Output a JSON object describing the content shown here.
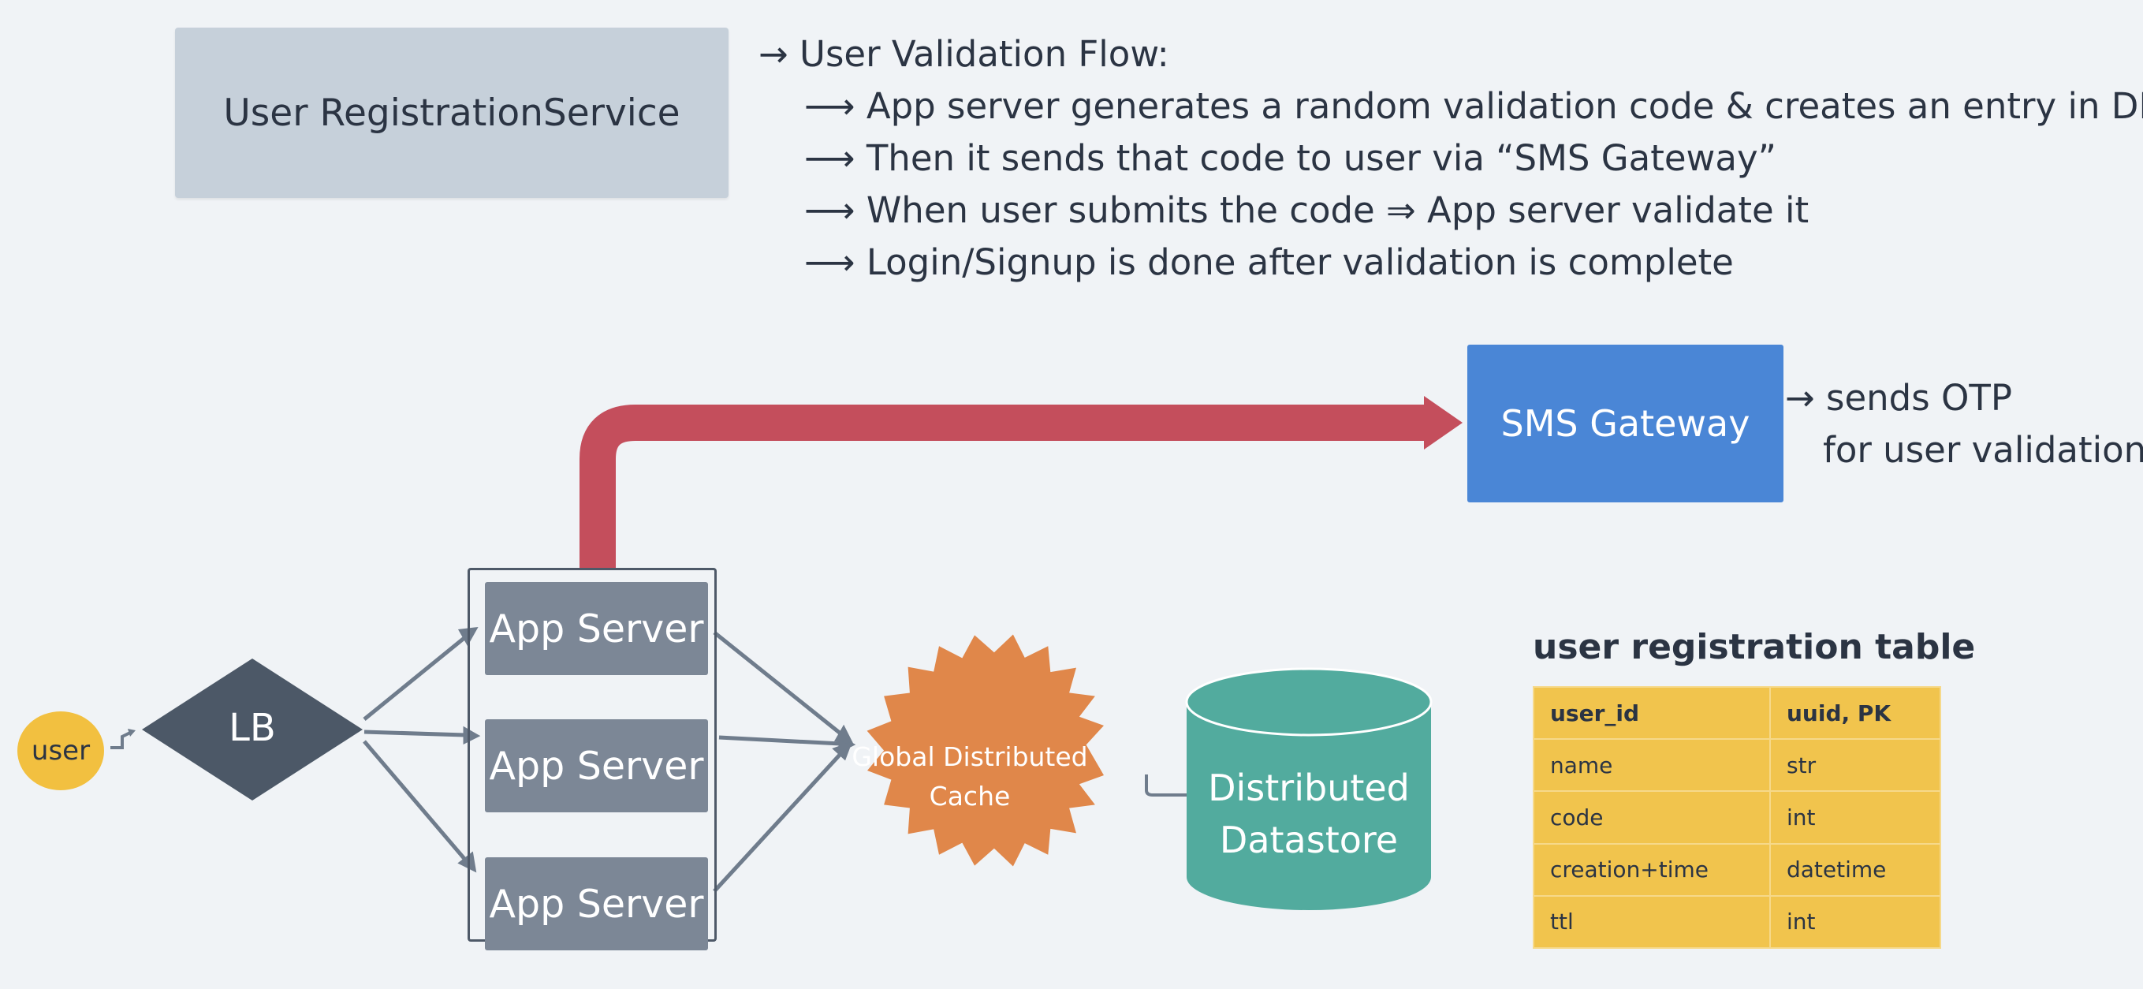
{
  "header": {
    "service_title": "User RegistrationService"
  },
  "flow": {
    "heading": "→ User Validation Flow:",
    "steps": [
      "⟶ App server generates a random validation code & creates an entry in DB",
      "⟶ Then it sends that code to user via “SMS Gateway”",
      "⟶ When user submits the code ⇒ App server validate it",
      "⟶ Login/Signup is done after validation is complete"
    ]
  },
  "sms": {
    "label": "SMS Gateway",
    "note_line1": "→ sends OTP",
    "note_line2": "for user validation"
  },
  "nodes": {
    "user": "user",
    "lb": "LB",
    "app_servers": [
      "App Server",
      "App Server",
      "App Server"
    ],
    "cache_line1": "Global Distributed",
    "cache_line2": "Cache",
    "datastore_line1": "Distributed",
    "datastore_line2": "Datastore"
  },
  "table": {
    "title": "user registration table",
    "rows": [
      [
        "user_id",
        "uuid, PK"
      ],
      [
        "name",
        "str"
      ],
      [
        "code",
        "int"
      ],
      [
        "creation+time",
        "datetime"
      ],
      [
        "ttl",
        "int"
      ]
    ]
  },
  "colors": {
    "background": "#f0f3f6",
    "title_box": "#c6d0da",
    "sms_gateway": "#4a86d6",
    "big_arrow": "#c44e5c",
    "app_server": "#7c8796",
    "lb": "#4c5867",
    "cache": "#e0874a",
    "datastore": "#52ab9e",
    "user": "#f2c040",
    "table": "#f1c44d"
  }
}
